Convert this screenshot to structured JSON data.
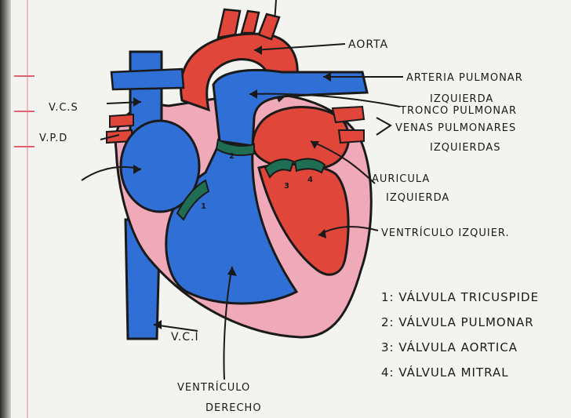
{
  "colors": {
    "paper": "#f3f3f0",
    "oxygenated": "#e0473a",
    "deoxygenated": "#2f6fd6",
    "myocardium": "#f0a9b8",
    "valves": "#1f6e54",
    "ink": "#1a1a1a",
    "margin_ticks": "#e0616f"
  },
  "labels": {
    "aorta": "AORTA",
    "arteria_pulmonar_1": "ARTERIA PULMONAR",
    "arteria_pulmonar_2": "IZQUIERDA",
    "tronco_pulmonar": "TRONCO PULMONAR",
    "venas_pulmonares_1": "VENAS PULMONARES",
    "venas_pulmonares_2": "IZQUIERDAS",
    "auricula_1": "AURICULA",
    "auricula_2": "IZQUIERDA",
    "ventriculo_izq": "VENTRÍCULO IZQUIER.",
    "vcs": "V.C.S",
    "vpd": "V.P.D",
    "vci": "V.C.I",
    "ventriculo_der_1": "VENTRÍCULO",
    "ventriculo_der_2": "DERECHO"
  },
  "valve_numbers": {
    "v1": "1",
    "v2": "2",
    "v3": "3",
    "v4": "4"
  },
  "legend": [
    "1: VÁLVULA TRICUSPIDE",
    "2: VÁLVULA PULMONAR",
    "3: VÁLVULA AORTICA",
    "4: VÁLVULA MITRAL"
  ]
}
